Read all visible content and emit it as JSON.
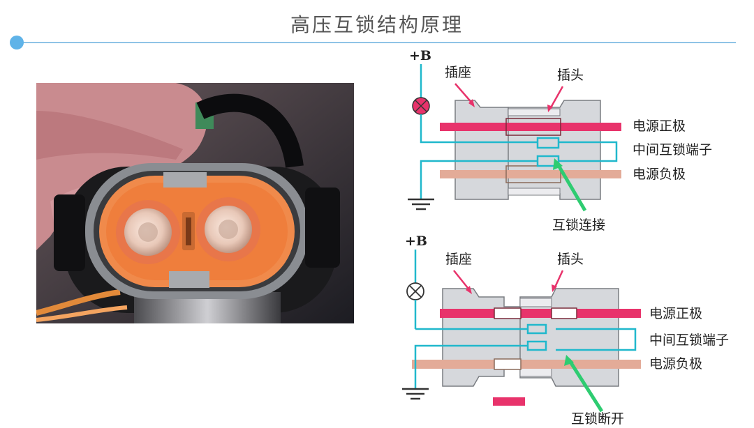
{
  "slide": {
    "title": "高压互锁结构原理"
  },
  "diagram_connected": {
    "supply": "+B",
    "socket_label": "插座",
    "plug_label": "插头",
    "positive_label": "电源正极",
    "interlock_label": "中间互锁端子",
    "negative_label": "电源负极",
    "state_label": "互锁连接"
  },
  "diagram_disconnected": {
    "supply": "+B",
    "socket_label": "插座",
    "plug_label": "插头",
    "positive_label": "电源正极",
    "interlock_label": "中间互锁端子",
    "negative_label": "电源负极",
    "state_label": "互锁断开"
  },
  "colors": {
    "accent_line": "#8fc3e6",
    "accent_dot": "#5fb3e8",
    "positive_bar": "#e8336b",
    "negative_bar": "#e3ab98",
    "interlock_wire": "#20b8cc",
    "arrow_red": "#e8336b",
    "arrow_green": "#2ecc71",
    "housing": "#d6d8dc",
    "connector_orange": "#f08a4b"
  }
}
